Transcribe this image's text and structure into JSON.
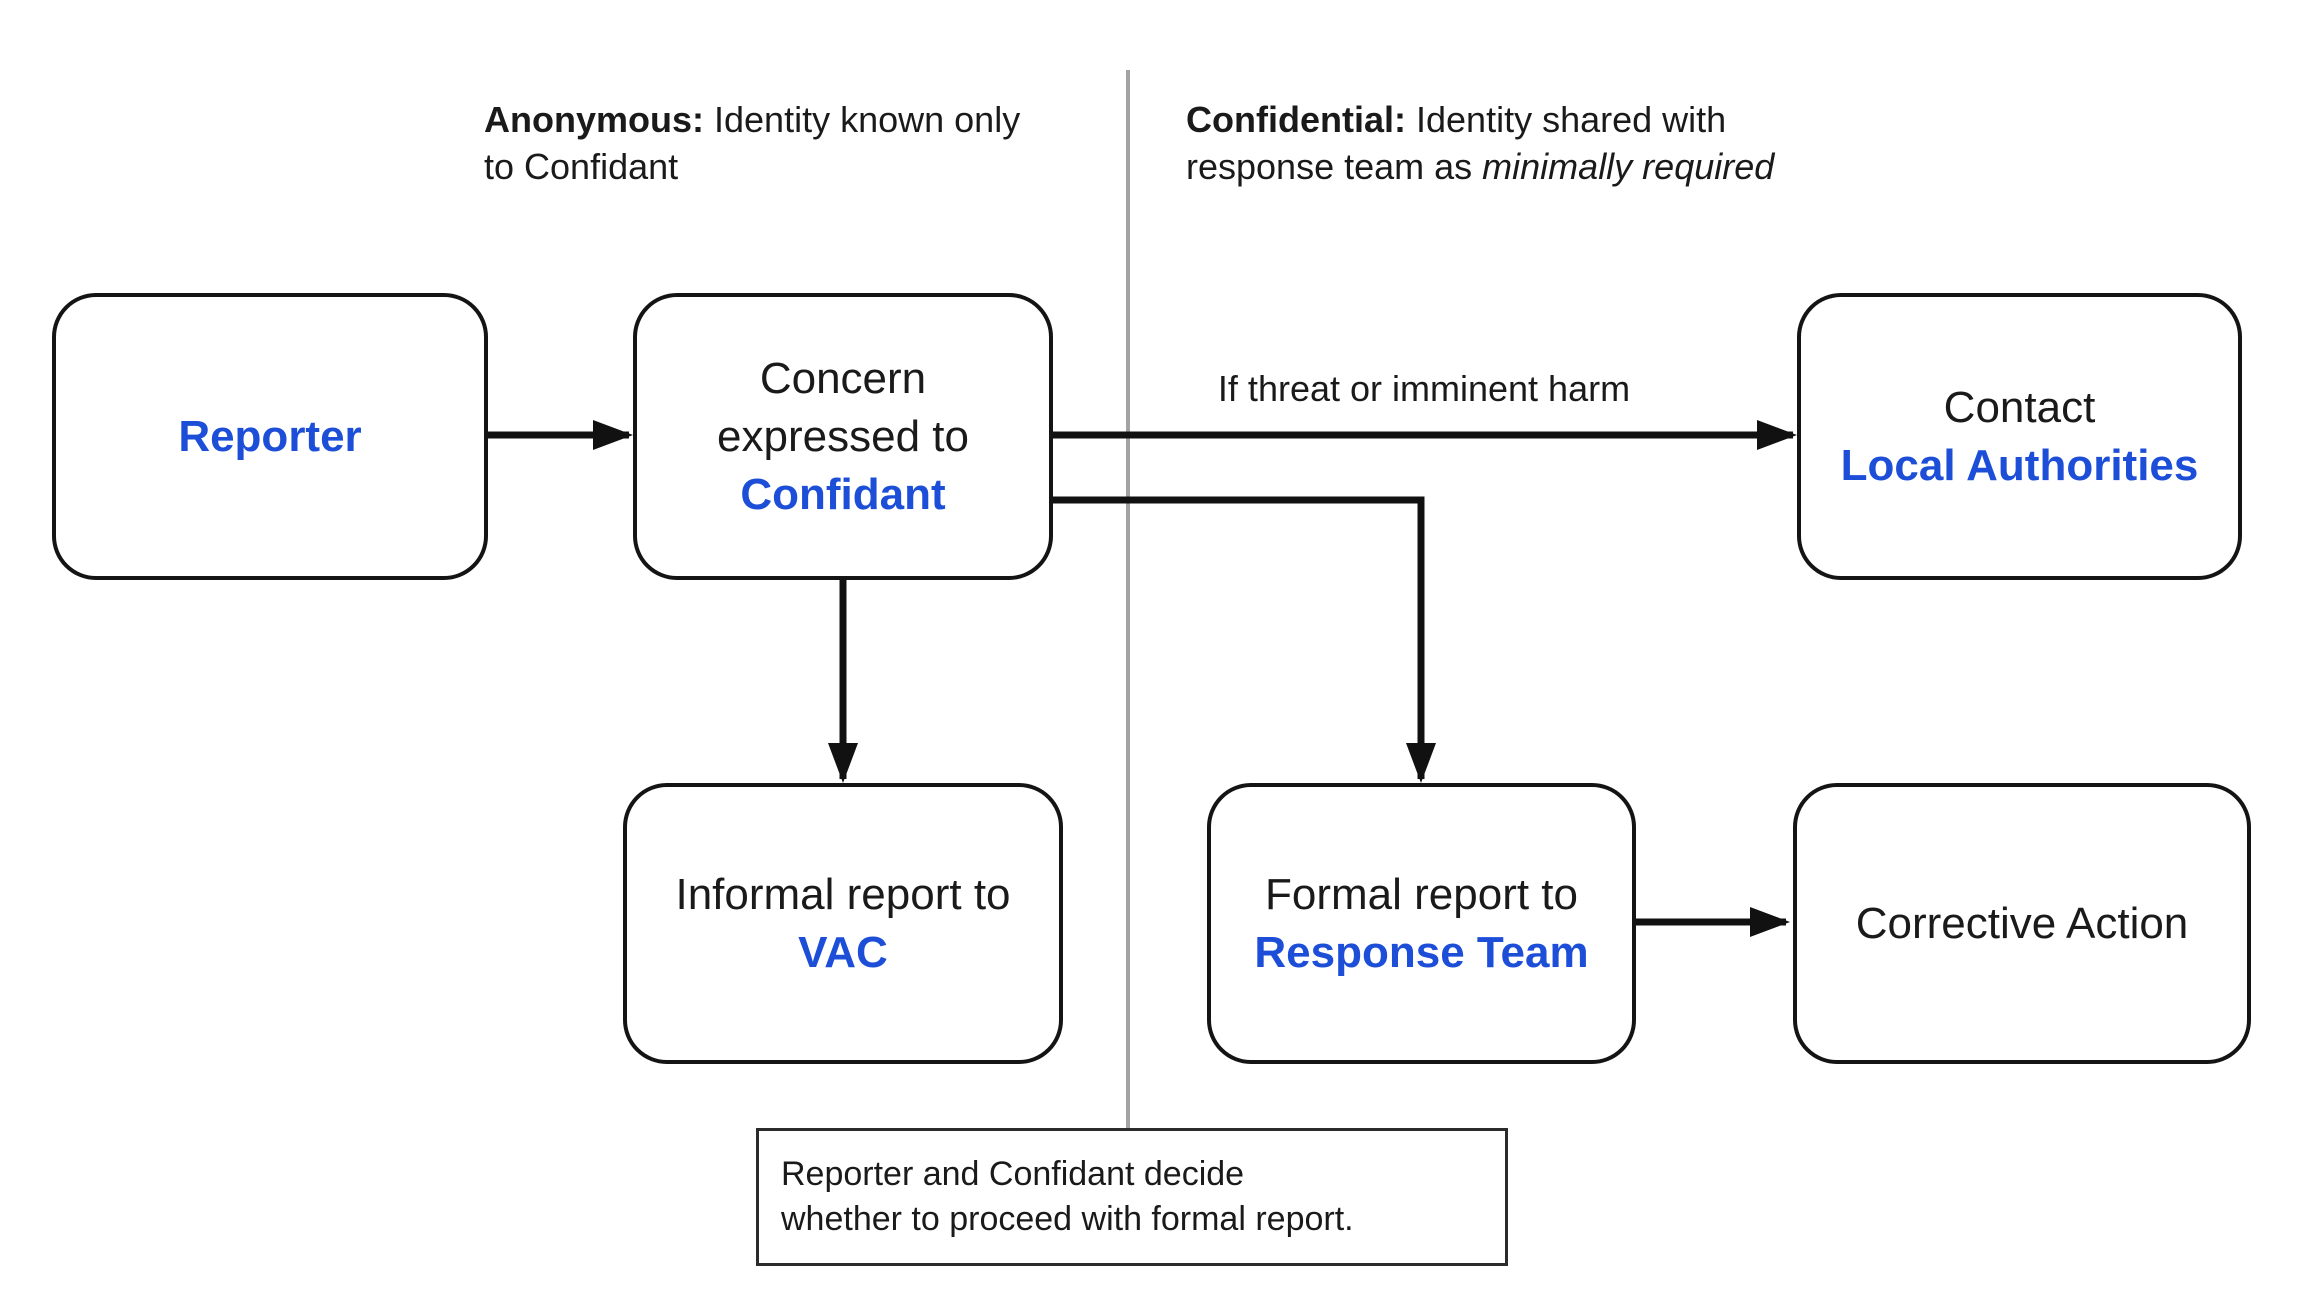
{
  "headers": {
    "left": {
      "lead": "Anonymous:",
      "line1_rest": "Identity known only",
      "line2": "to Confidant"
    },
    "right": {
      "lead": "Confidential:",
      "line1_rest": "Identity shared with",
      "line2_rest": "response team as",
      "line2_italic": "minimally required"
    }
  },
  "nodes": {
    "reporter": {
      "label": "Reporter"
    },
    "concern": {
      "line1": "Concern",
      "line2": "expressed to",
      "line3": "Confidant"
    },
    "local_authorities": {
      "line1": "Contact",
      "line2": "Local Authorities"
    },
    "informal_vac": {
      "line1": "Informal report to",
      "line2": "VAC"
    },
    "formal_response": {
      "line1": "Formal report to",
      "line2": "Response Team"
    },
    "corrective": {
      "label": "Corrective Action"
    }
  },
  "edges": {
    "threat_label": "If threat or imminent harm"
  },
  "note": {
    "line1": "Reporter and Confidant decide",
    "line2": "whether to proceed with formal report."
  },
  "colors": {
    "accent_blue": "#1d4ed8",
    "text": "#1a1a1a",
    "line": "#111111",
    "divider": "#a3a3a3"
  }
}
